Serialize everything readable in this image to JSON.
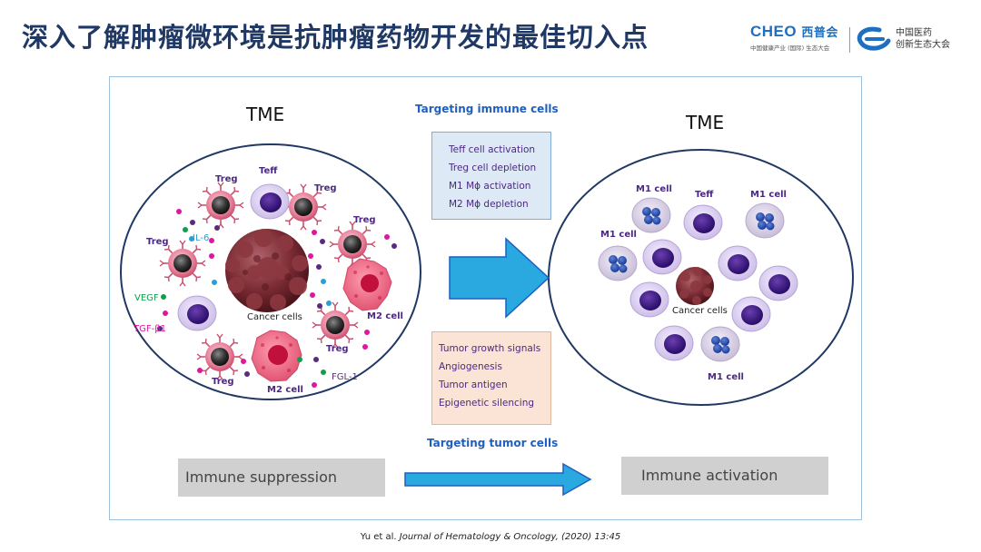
{
  "header": {
    "title": "深入了解肿瘤微环境是抗肿瘤药物开发的最佳切入点",
    "logo_left": {
      "brand": "CHEO",
      "brand_cn": "西普会",
      "subtitle": "中国健康产业 (国际) 生态大会"
    },
    "logo_right": {
      "line1": "中国医药",
      "line2": "创新生态大会"
    }
  },
  "diagram": {
    "left_title": "TME",
    "right_title": "TME",
    "targeting_immune": "Targeting immune cells",
    "targeting_tumor": "Targeting tumor cells",
    "immune_box": [
      "Teff cell activation",
      "Treg cell depletion",
      "M1 Mϕ activation",
      "M2 Mϕ depletion"
    ],
    "tumor_box": [
      "Tumor growth signals",
      "Angiogenesis",
      "Tumor antigen",
      "Epigenetic silencing"
    ],
    "immune_suppression": "Immune suppression",
    "immune_activation": "Immune activation",
    "left_labels": {
      "treg": "Treg",
      "teff": "Teff",
      "il6": "IL-6",
      "vegf": "VEGF",
      "tgfb1": "TGF-β1",
      "cancer": "Cancer cells",
      "m2": "M2 cell",
      "fgl1": "FGL-1"
    },
    "right_labels": {
      "m1": "M1 cell",
      "teff": "Teff",
      "cancer": "Cancer cells"
    },
    "colors": {
      "title": "#1f3864",
      "arrow_fill": "#29a9e0",
      "arrow_stroke": "#1f5fbf",
      "circle_stroke": "#1f3864",
      "immune_box": "#ddeaf6",
      "tumor_box": "#fbe4d6"
    }
  },
  "citation": {
    "authors": "Yu et al.",
    "journal": "Journal of Hematology & Oncology",
    "details": ", (2020) 13:45"
  }
}
